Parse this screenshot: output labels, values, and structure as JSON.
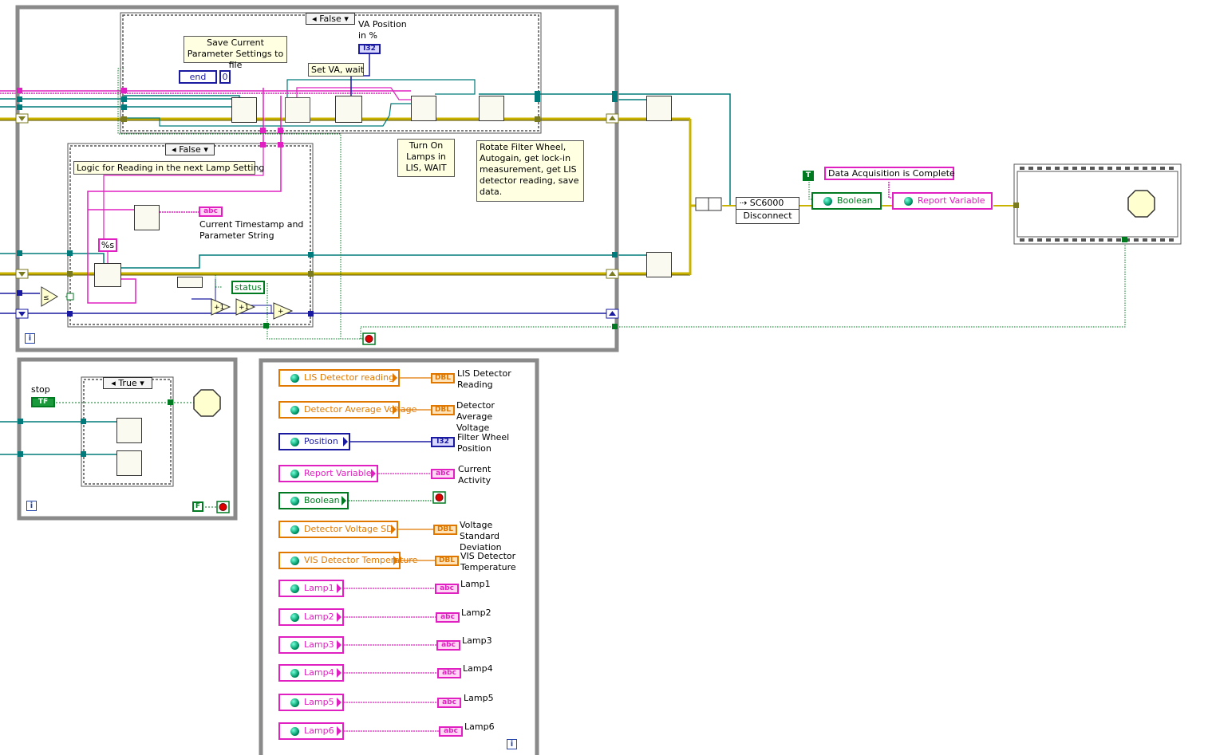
{
  "case_structures": {
    "top_selector": "False",
    "inner_selector": "False",
    "bottom_left_selector": "True"
  },
  "notes": {
    "save_params": "Save Current Parameter Settings to file",
    "set_va": "Set VA, wait",
    "logic_lamp": "Logic for Reading in the next Lamp Setting",
    "turn_on": "Turn On Lamps in LIS, WAIT",
    "rotate": "Rotate Filter Wheel, Autogain, get lock-in measurement, get LIS detector reading, save data.",
    "data_complete": "Data Acquisition is Complete"
  },
  "labels": {
    "va_position": "VA Position in %",
    "timestamp": "Current Timestamp and Parameter String",
    "status": "status",
    "stop": "stop",
    "disconnect": "Disconnect",
    "sc6000": "SC6000",
    "percent_s": "%s",
    "end_enum": "end",
    "zero_const": "0",
    "i32": "I32",
    "abc": "abc",
    "dbl": "DBL",
    "tf": "TF",
    "t_const": "T",
    "f_const": "F"
  },
  "top_variables": {
    "boolean": "Boolean",
    "report_variable": "Report Variable"
  },
  "shared_variables": [
    {
      "name": "LIS Detector reading",
      "type": "DBL",
      "color": "#e07800",
      "indicator": "LIS Detector Reading"
    },
    {
      "name": "Detector Average Voltage",
      "type": "DBL",
      "color": "#e07800",
      "indicator": "Detector Average Voltage"
    },
    {
      "name": "Position",
      "type": "I32",
      "color": "#1a1aa0",
      "indicator": "Filter Wheel Position"
    },
    {
      "name": "Report Variable",
      "type": "abc",
      "color": "#e020c0",
      "indicator": "Current Activity"
    },
    {
      "name": "Boolean",
      "type": "TF",
      "color": "#007a20",
      "indicator": ""
    },
    {
      "name": "Detector Voltage SD",
      "type": "DBL",
      "color": "#e07800",
      "indicator": "Voltage Standard Deviation"
    },
    {
      "name": "VIS Detector Temperature",
      "type": "DBL",
      "color": "#e07800",
      "indicator": "VIS Detector Temperature"
    },
    {
      "name": "Lamp1",
      "type": "abc",
      "color": "#e020c0",
      "indicator": "Lamp1"
    },
    {
      "name": "Lamp2",
      "type": "abc",
      "color": "#e020c0",
      "indicator": "Lamp2"
    },
    {
      "name": "Lamp3",
      "type": "abc",
      "color": "#e020c0",
      "indicator": "Lamp3"
    },
    {
      "name": "Lamp4",
      "type": "abc",
      "color": "#e020c0",
      "indicator": "Lamp4"
    },
    {
      "name": "Lamp5",
      "type": "abc",
      "color": "#e020c0",
      "indicator": "Lamp5"
    },
    {
      "name": "Lamp6",
      "type": "abc",
      "color": "#e020c0",
      "indicator": "Lamp6"
    }
  ],
  "colors": {
    "frame": "#8a8a8a",
    "error_wire": "#c9b200",
    "ref_wire": "#007a7a",
    "string_wire": "#e020c0",
    "int_wire": "#1a1aa0",
    "bool_wire": "#007a20",
    "dbl": "#e07800"
  }
}
